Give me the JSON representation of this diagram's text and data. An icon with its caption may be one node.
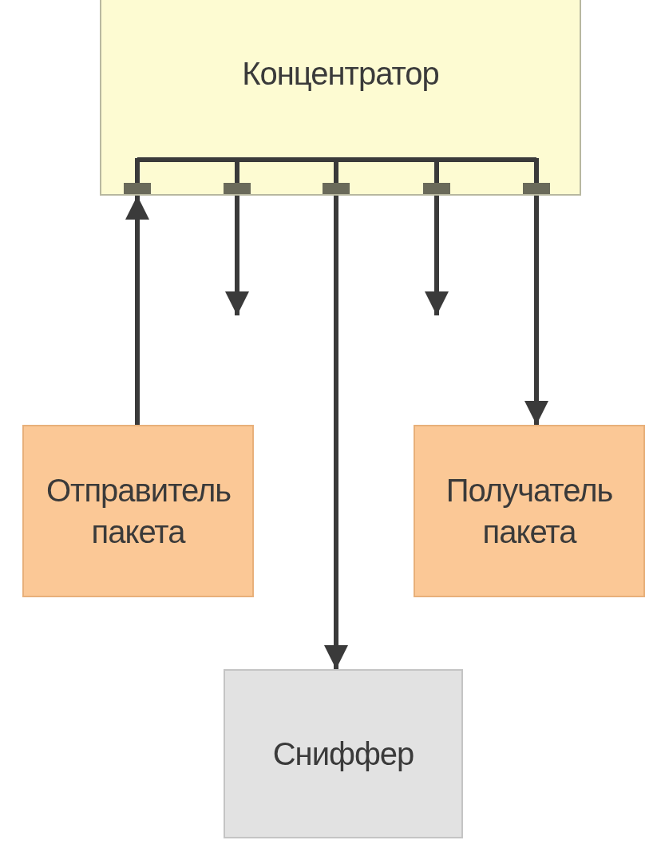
{
  "diagram": {
    "nodes": [
      {
        "text": [
          "Концентратор"
        ]
      },
      {
        "text": [
          "Отправитель пакета"
        ]
      },
      {
        "text": [
          "Получатель пакета"
        ]
      },
      {
        "text": [
          "Сниффер"
        ]
      }
    ],
    "edges": [
      {
        "from": 1,
        "to": 0,
        "arrow": "to"
      },
      {
        "from": 0,
        "to": null,
        "arrow": "to"
      },
      {
        "from": 0,
        "to": 3,
        "arrow": "to"
      },
      {
        "from": 0,
        "to": null,
        "arrow": "to"
      },
      {
        "from": 0,
        "to": 2,
        "arrow": "to"
      }
    ]
  }
}
